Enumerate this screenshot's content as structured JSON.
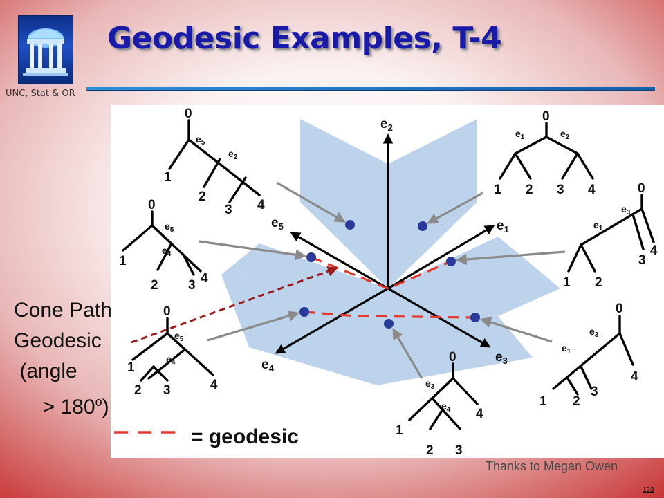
{
  "header": {
    "title": "Geodesic Examples, T-4",
    "org_label": "UNC, Stat & OR",
    "logo_icon": "old-well-icon"
  },
  "figure": {
    "axes": {
      "e1": {
        "base": "e",
        "sub": "1"
      },
      "e2": {
        "base": "e",
        "sub": "2"
      },
      "e3": {
        "base": "e",
        "sub": "3"
      },
      "e4": {
        "base": "e",
        "sub": "4"
      },
      "e5": {
        "base": "e",
        "sub": "5"
      }
    },
    "legend_text": "= geodesic",
    "trees": [
      {
        "id": "t1",
        "root": "0",
        "edges": [
          "e5",
          "e2"
        ],
        "leaves": [
          "1",
          "2",
          "3",
          "4"
        ]
      },
      {
        "id": "t2",
        "root": "0",
        "edges": [
          "e1",
          "e2"
        ],
        "leaves": [
          "1",
          "2",
          "3",
          "4"
        ]
      },
      {
        "id": "t3",
        "root": "0",
        "edges": [
          "e5",
          "e4"
        ],
        "leaves": [
          "1",
          "2",
          "3",
          "4"
        ]
      },
      {
        "id": "t4",
        "root": "0",
        "edges": [
          "e3",
          "e1"
        ],
        "leaves": [
          "4",
          "3",
          "1",
          "2"
        ]
      },
      {
        "id": "t5",
        "root": "0",
        "edges": [
          "e5",
          "e4"
        ],
        "leaves": [
          "1",
          "2",
          "3",
          "4"
        ]
      },
      {
        "id": "t6",
        "root": "0",
        "edges": [
          "e3",
          "e1"
        ],
        "leaves": [
          "4",
          "1",
          "2",
          "3"
        ]
      },
      {
        "id": "t7",
        "root": "0",
        "edges": [
          "e3",
          "e4"
        ],
        "leaves": [
          "4",
          "1",
          "2",
          "3"
        ]
      }
    ],
    "colors": {
      "plane": "#bdd3ec",
      "geodesic": "#e23a2a",
      "point": "#2a3a9a",
      "arrow": "#8a8a8a",
      "cone_path": "#9a1a1a"
    }
  },
  "annotation": {
    "lines": [
      "Cone Path",
      "Geodesic",
      " (angle",
      "     > 180",
      "o",
      ")"
    ]
  },
  "credit": "Thanks to Megan Owen",
  "page_number": "123"
}
